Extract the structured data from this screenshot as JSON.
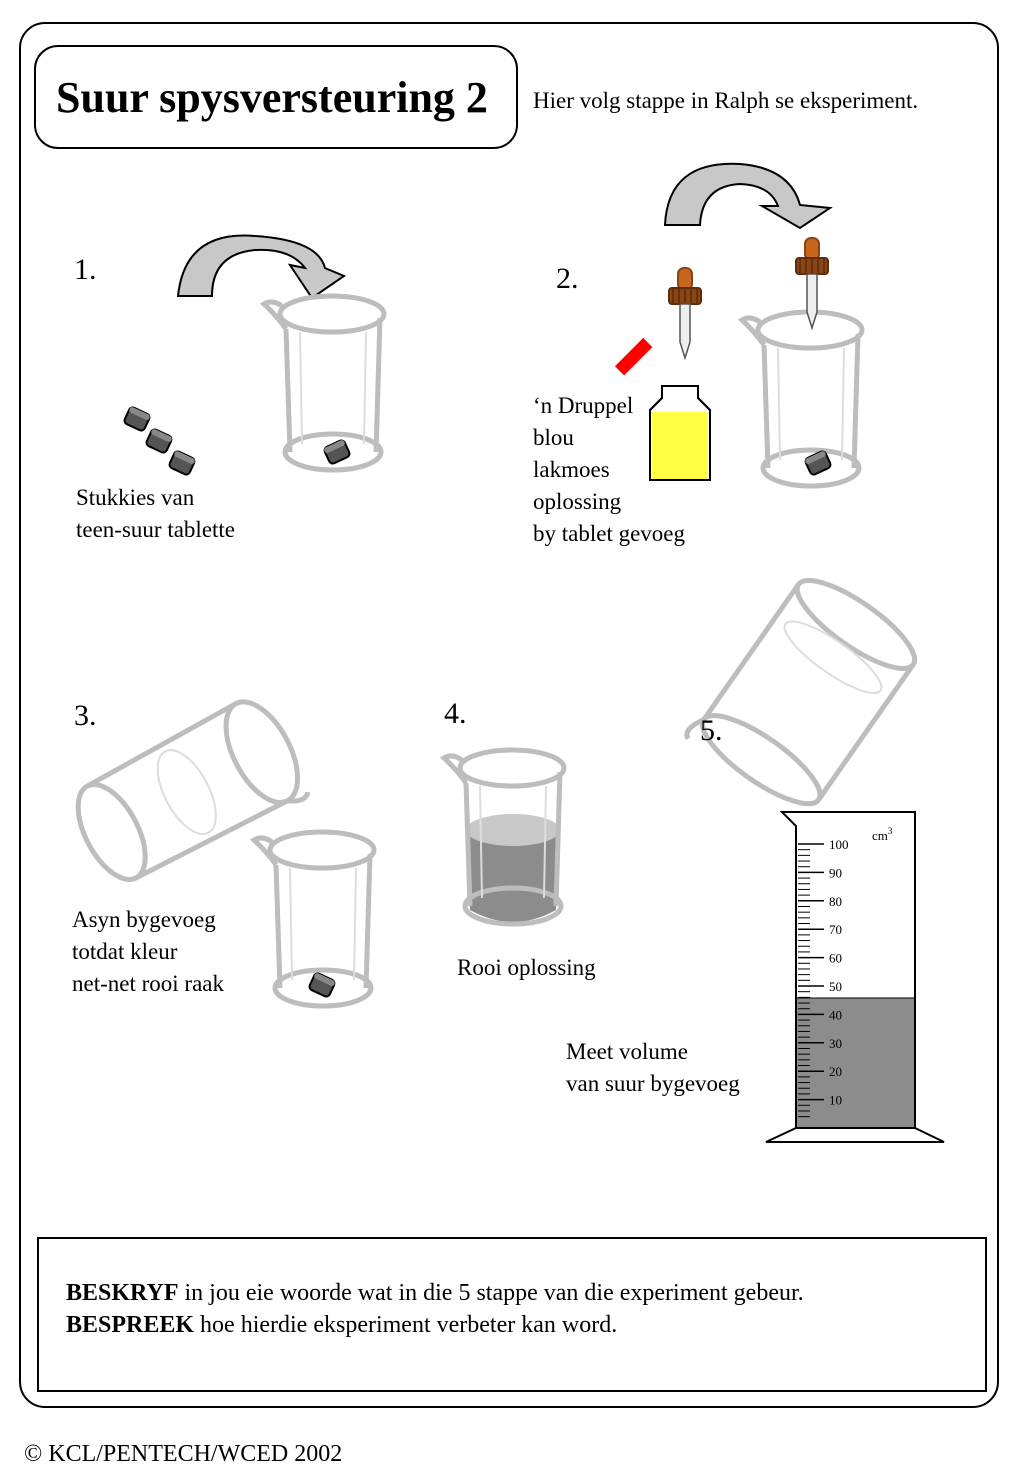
{
  "title": "Suur spysversteuring 2",
  "intro": "Hier volg stappe in Ralph se eksperiment.",
  "steps": [
    {
      "number": "1.",
      "caption": [
        "Stukkies van",
        "teen-suur tablette"
      ]
    },
    {
      "number": "2.",
      "caption": [
        "‘n Druppel",
        "blou",
        "lakmoes",
        "oplossing",
        "by tablet gevoeg"
      ]
    },
    {
      "number": "3.",
      "caption": [
        "Asyn bygevoeg",
        "totdat kleur",
        "net-net rooi raak"
      ]
    },
    {
      "number": "4.",
      "caption": [
        "Rooi oplossing"
      ]
    },
    {
      "number": "5.",
      "caption": [
        "Meet volume",
        "van suur bygevoeg"
      ]
    }
  ],
  "cylinder": {
    "unit": "cm",
    "unit_superscript": "3",
    "scale_labels": [
      "100",
      "90",
      "80",
      "70",
      "60",
      "50",
      "40",
      "30",
      "20",
      "10"
    ],
    "liquid_level_cm3": 45
  },
  "colors": {
    "beaker": "#bdbdbd",
    "tablet": "#555555",
    "litmus_bottle": "#ffff44",
    "litmus_paper": "#ff0000",
    "red_solution": "#8c8c8c",
    "dropper_bulb": "#8b4513",
    "arrow_fill": "#c8c8c8"
  },
  "task": {
    "line1_bold": "BESKRYF",
    "line1_rest": " in jou eie woorde wat in die 5 stappe van die experiment gebeur.",
    "line2_bold": "BESPREEK",
    "line2_rest": " hoe hierdie eksperiment verbeter kan word."
  },
  "copyright": "© KCL/PENTECH/WCED 2002"
}
